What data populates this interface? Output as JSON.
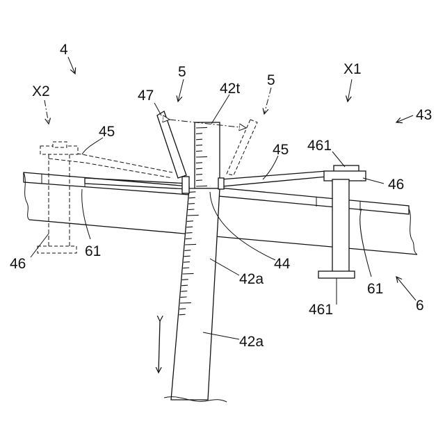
{
  "labels": {
    "l4": "4",
    "l5a": "5",
    "l5b": "5",
    "l42t": "42t",
    "l47": "47",
    "lX1": "X1",
    "lX2": "X2",
    "l43": "43",
    "l45a": "45",
    "l45b": "45",
    "l461a": "461",
    "l461b": "461",
    "l46a": "46",
    "l46b": "46",
    "l61a": "61",
    "l61b": "61",
    "l44": "44",
    "l42a1": "42a",
    "l42a2": "42a",
    "l6": "6"
  }
}
